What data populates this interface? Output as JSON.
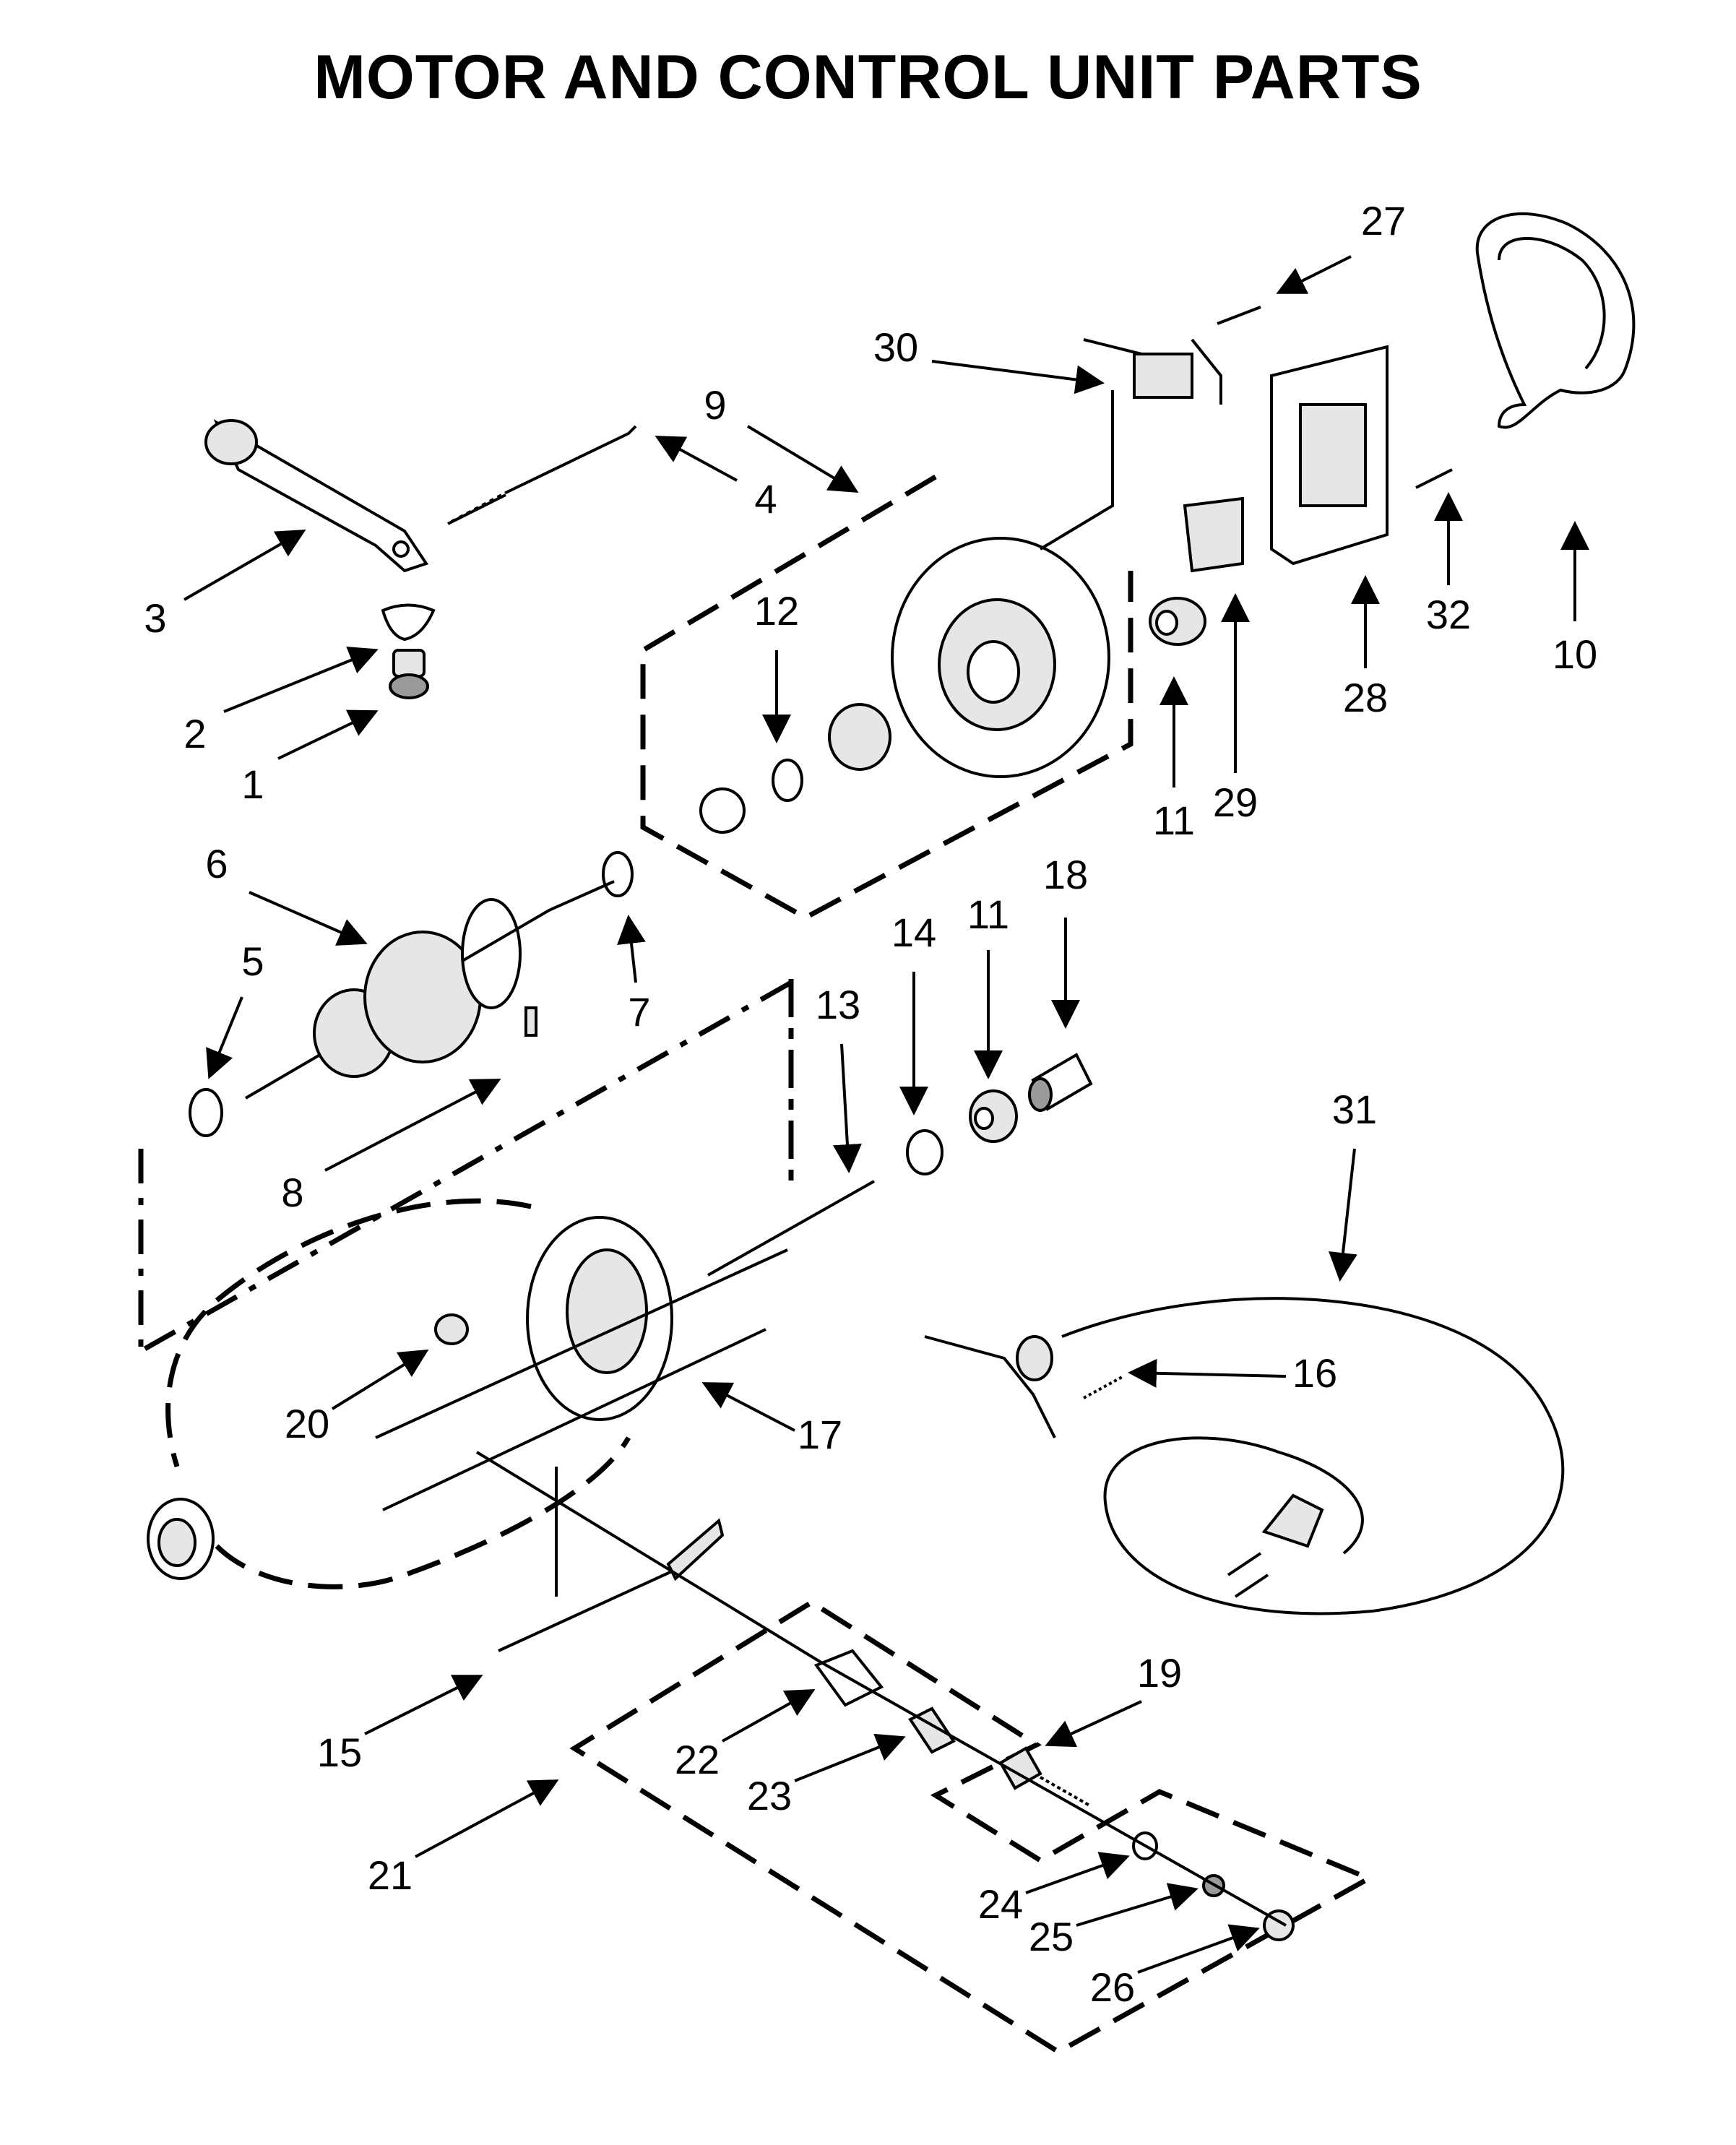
{
  "title": "MOTOR AND CONTROL UNIT PARTS",
  "callouts": [
    {
      "id": "c1",
      "label": "1"
    },
    {
      "id": "c2",
      "label": "2"
    },
    {
      "id": "c3",
      "label": "3"
    },
    {
      "id": "c4",
      "label": "4"
    },
    {
      "id": "c5",
      "label": "5"
    },
    {
      "id": "c6",
      "label": "6"
    },
    {
      "id": "c7",
      "label": "7"
    },
    {
      "id": "c8",
      "label": "8"
    },
    {
      "id": "c9",
      "label": "9"
    },
    {
      "id": "c10",
      "label": "10"
    },
    {
      "id": "c11a",
      "label": "11"
    },
    {
      "id": "c11b",
      "label": "11"
    },
    {
      "id": "c12",
      "label": "12"
    },
    {
      "id": "c13",
      "label": "13"
    },
    {
      "id": "c14",
      "label": "14"
    },
    {
      "id": "c15",
      "label": "15"
    },
    {
      "id": "c16",
      "label": "16"
    },
    {
      "id": "c17",
      "label": "17"
    },
    {
      "id": "c18",
      "label": "18"
    },
    {
      "id": "c19",
      "label": "19"
    },
    {
      "id": "c20",
      "label": "20"
    },
    {
      "id": "c21",
      "label": "21"
    },
    {
      "id": "c22",
      "label": "22"
    },
    {
      "id": "c23",
      "label": "23"
    },
    {
      "id": "c24",
      "label": "24"
    },
    {
      "id": "c25",
      "label": "25"
    },
    {
      "id": "c26",
      "label": "26"
    },
    {
      "id": "c27",
      "label": "27"
    },
    {
      "id": "c28",
      "label": "28"
    },
    {
      "id": "c29",
      "label": "29"
    },
    {
      "id": "c30",
      "label": "30"
    },
    {
      "id": "c31",
      "label": "31"
    },
    {
      "id": "c32",
      "label": "32"
    }
  ]
}
